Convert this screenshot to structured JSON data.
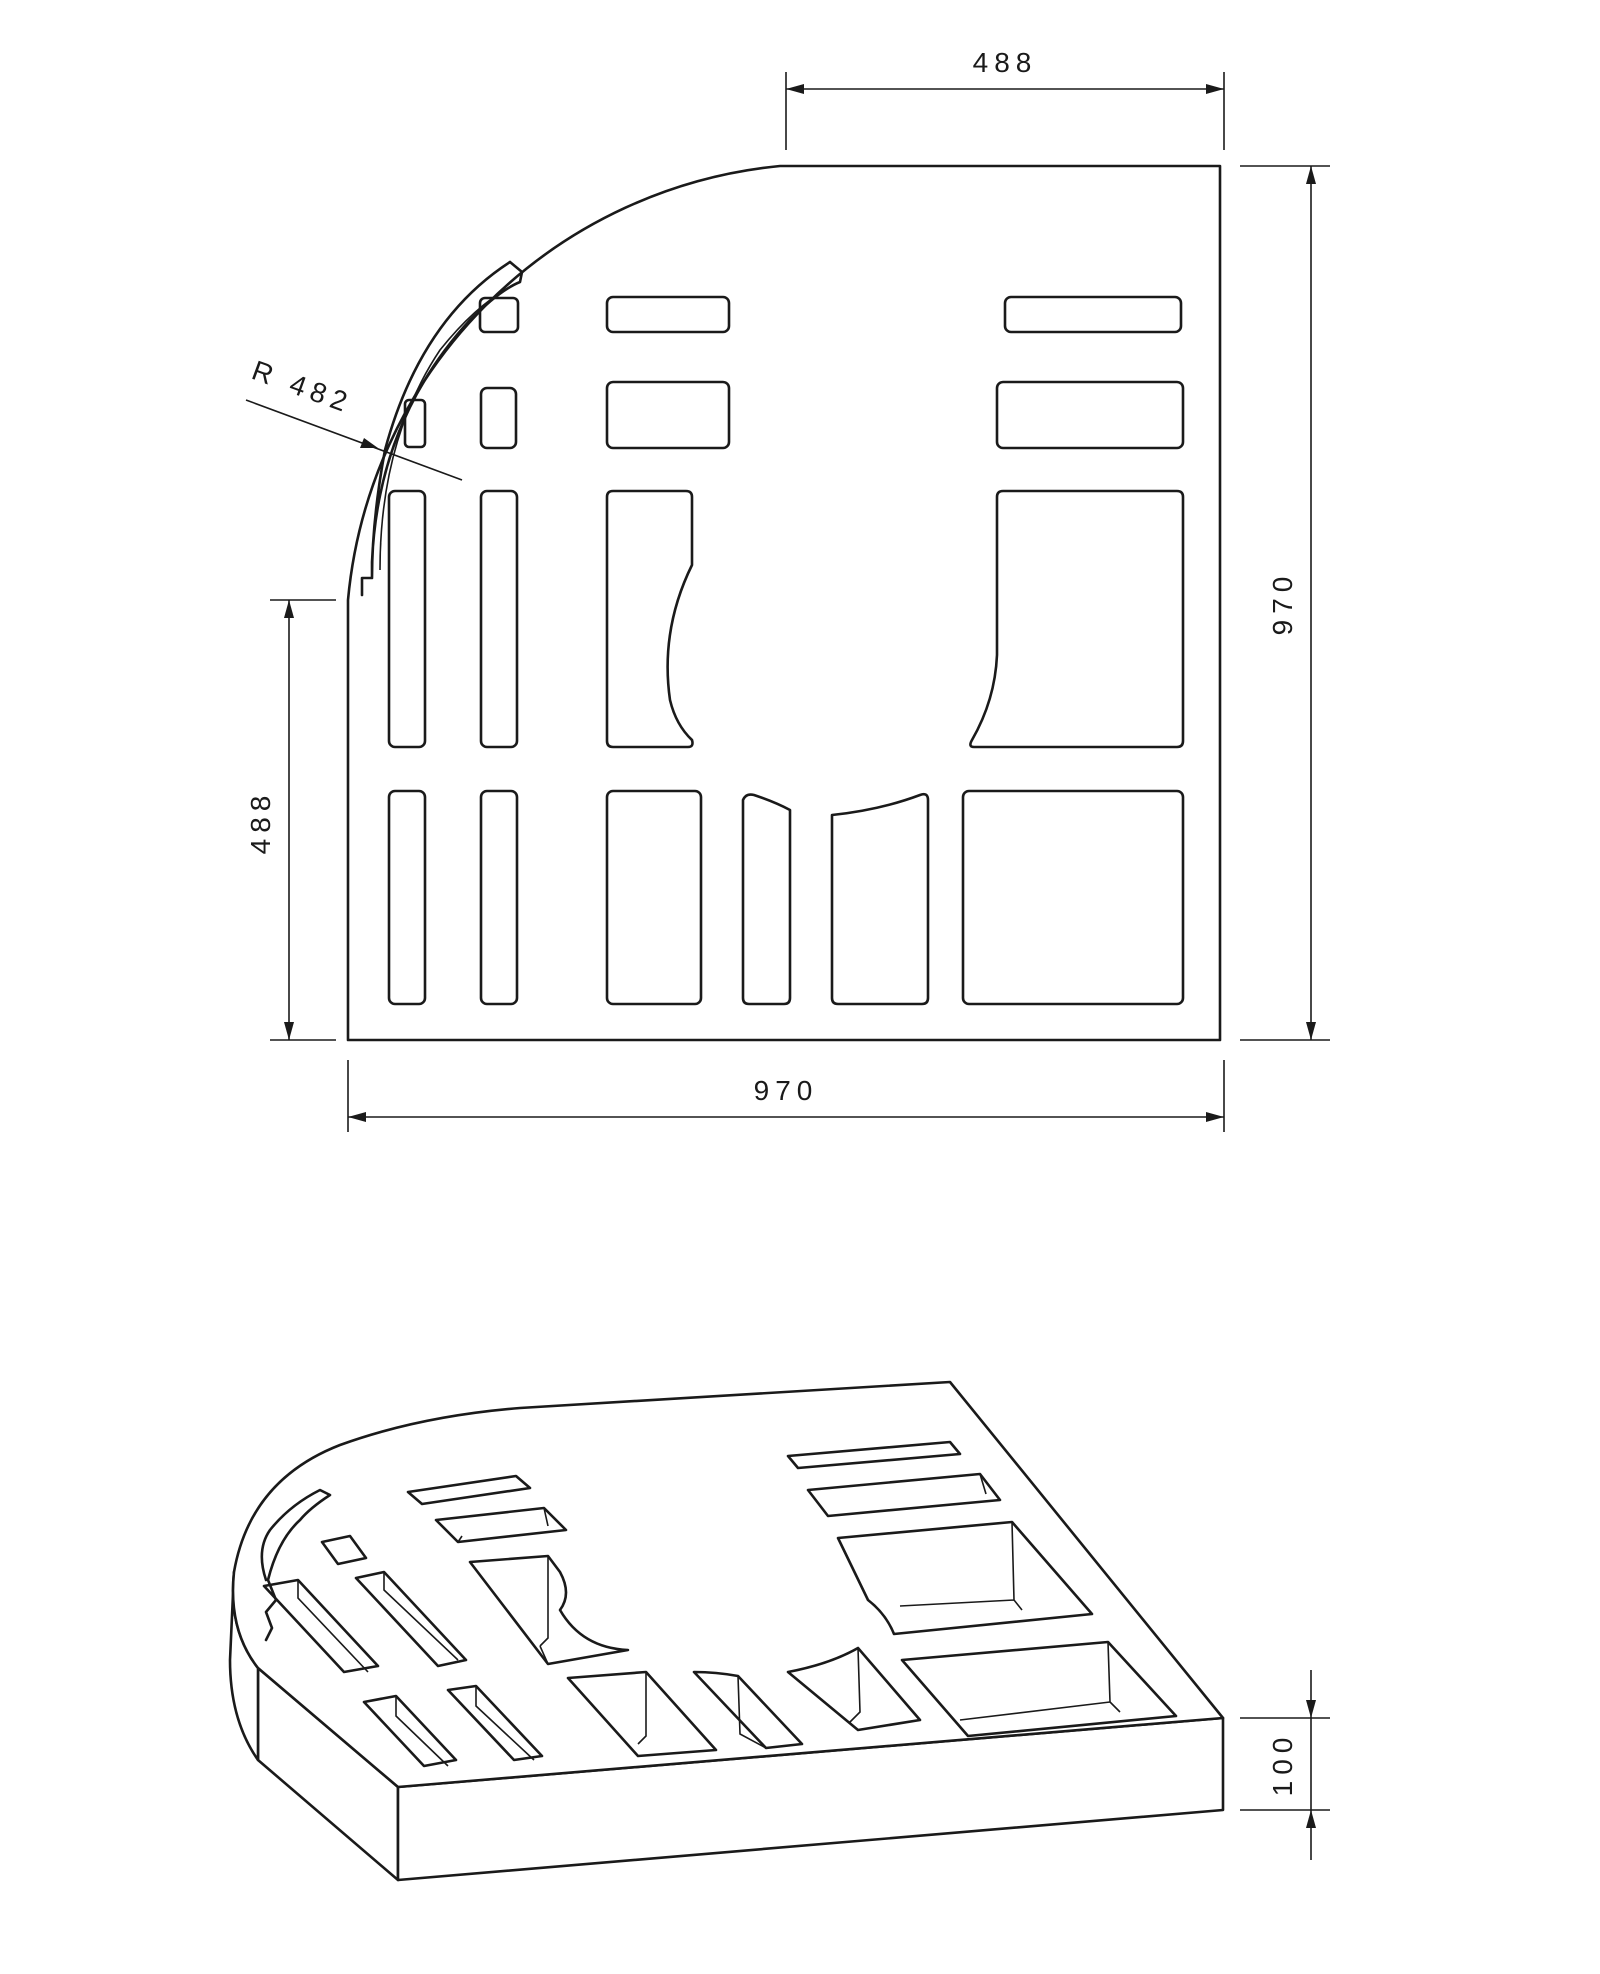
{
  "plan_view": {
    "dim_top": "488",
    "dim_right": "970",
    "dim_left": "488",
    "dim_bottom": "970",
    "radius_label": "R 482"
  },
  "iso_view": {
    "dim_height": "100"
  },
  "colors": {
    "line": "#1a1a1a",
    "background": "#ffffff"
  }
}
